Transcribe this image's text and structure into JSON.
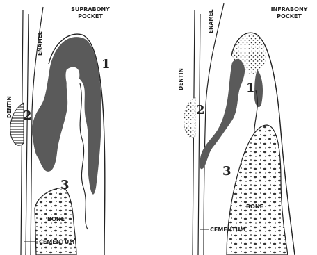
{
  "left_panel": {
    "title_line1": "SUPRABONY",
    "title_line2": "POCKET",
    "dentin": "DENTIN",
    "enamel": "ENAMEL",
    "num1": "1",
    "num2": "2",
    "num3": "3",
    "bone": "BONE",
    "cementum": "CEMENTUM"
  },
  "right_panel": {
    "title_line1": "INFRABONY",
    "title_line2": "POCKET",
    "dentin": "DENTIN",
    "enamel": "ENAMEL",
    "num1": "1",
    "num2": "2",
    "num3": "3",
    "bone": "BONE",
    "cementum": "CEMENTUM"
  }
}
